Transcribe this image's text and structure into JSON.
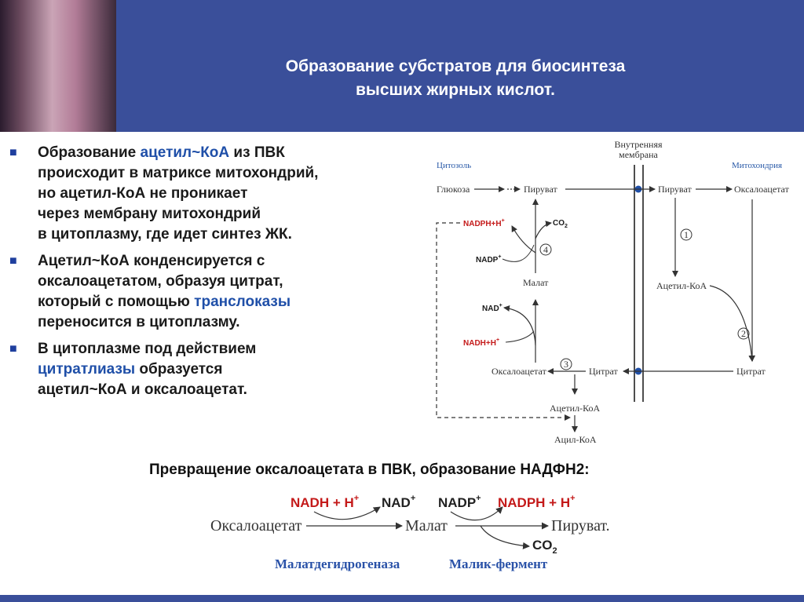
{
  "header": {
    "title_line1": "Образование субстратов для биосинтеза",
    "title_line2": "высших жирных кислот."
  },
  "colors": {
    "header_bg": "#3a4f9a",
    "highlight": "#1f4fa8",
    "red": "#c41a1a"
  },
  "bullets": [
    {
      "l1_a": "Образование ",
      "l1_hl": "ацетил~КоА",
      "l1_b": " из ПВК",
      "rest": [
        "происходит в матриксе митохондрий,",
        "но ацетил-КоА не проникает",
        "через мембрану митохондрий",
        "в цитоплазму, где идет синтез ЖК."
      ]
    },
    {
      "l1": "Ацетил~КоА конденсируется с",
      "l2": "оксалоацетатом, образуя цитрат,",
      "l3_a": "который с помощью ",
      "l3_hl": "транслоказы",
      "l4": "переносится в цитоплазму."
    },
    {
      "l1": "В цитоплазме под действием",
      "l2_hl": "цитратлиазы",
      "l2_b": " образуется",
      "l3": "ацетил~КоА и оксалоацетат."
    }
  ],
  "diagram": {
    "membrane_l1": "Внутренняя",
    "membrane_l2": "мембрана",
    "cytosol": "Цитозоль",
    "mito": "Митохондрия",
    "glucose": "Глюкоза",
    "pyruvate_cyt": "Пируват",
    "pyruvate_mito": "Пируват",
    "oxaloacetate_mito": "Оксалоацетат",
    "acetylcoa_mito": "Ацетил-КоА",
    "citrate_mito": "Цитрат",
    "citrate_cyt": "Цитрат",
    "oxaloacetate_cyt": "Оксалоацетат",
    "malate": "Малат",
    "acetylcoa_cyt": "Ацетил-КоА",
    "acylcoa": "Ацил-КоА",
    "nadph_h": "NADPH+H",
    "sup_plus": "+",
    "co2": "CO",
    "sub_2": "2",
    "nadp": "NADP",
    "nad": "NAD",
    "nadh_h": "NADH+H",
    "step1": "1",
    "step2": "2",
    "step3": "3",
    "step4": "4"
  },
  "subtitle": "Превращение оксалоацетата в ПВК, образование НАДФН2:",
  "reaction": {
    "oxaloacetate": "Оксалоацетат",
    "malate": "Малат",
    "pyruvate": "Пируват.",
    "nadh": "NADH + H",
    "nad": "NAD",
    "nadp": "NADP",
    "nadph": "NADPH + H",
    "plus": "+",
    "co2": "CO",
    "sub2": "2",
    "enzyme1": "Малатдегидрогеназа",
    "enzyme2": "Малик-фермент"
  }
}
